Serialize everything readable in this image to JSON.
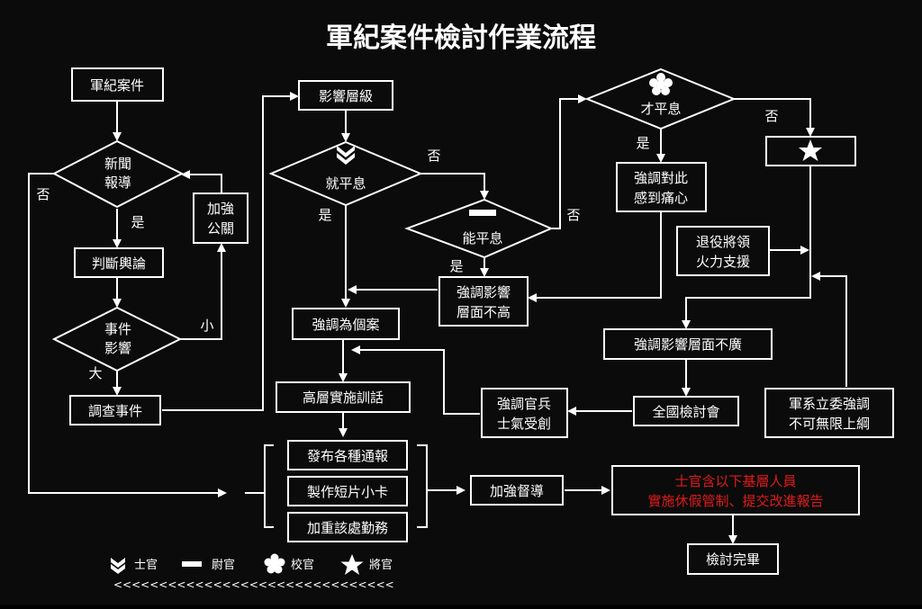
{
  "title": "軍紀案件檢討作業流程",
  "nodes": {
    "case": "軍紀案件",
    "news_line1": "新聞",
    "news_line2": "報導",
    "judge": "判斷輿論",
    "impact_line1": "事件",
    "impact_line2": "影響",
    "investigate": "調查事件",
    "pr_line1": "加強",
    "pr_line2": "公關",
    "level": "影響層級",
    "nco_calm": "就平息",
    "officer_calm": "能平息",
    "emph_low_line1": "強調影響",
    "emph_low_line2": "層面不高",
    "individual": "強調為個案",
    "senior_training": "高層實施訓話",
    "field_calm": "才平息",
    "sorry_line1": "強調對此",
    "sorry_line2": "感到痛心",
    "general_box": "★",
    "veteran_line1": "退役將領",
    "veteran_line2": "火力支援",
    "not_wide": "強調影響層面不廣",
    "national_review": "全國檢討會",
    "morale_line1": "強調官兵",
    "morale_line2": "士氣受創",
    "legislators_line1": "軍系立委強調",
    "legislators_line2": "不可無限上綱",
    "notice": "發布各種通報",
    "video": "製作短片小卡",
    "duty": "加重該處勤務",
    "supervise": "加強督導",
    "leave_line1": "士官含以下基層人員",
    "leave_line2": "實施休假管制、提交改進報告",
    "done": "檢討完畢"
  },
  "edge_labels": {
    "news_no": "否",
    "news_yes": "是",
    "impact_small": "小",
    "impact_big": "大",
    "nco_no": "否",
    "nco_yes": "是",
    "officer_no": "否",
    "officer_yes": "是",
    "field_no": "否",
    "field_yes": "是"
  },
  "legend": [
    {
      "icon": "nco-chevron-icon",
      "label": "士官"
    },
    {
      "icon": "officer-bar-icon",
      "label": "尉官"
    },
    {
      "icon": "field-flower-icon",
      "label": "校官"
    },
    {
      "icon": "general-star-icon",
      "label": "將官"
    }
  ],
  "legend_arrow_text": "<<<<<<<<<<<<<<<<<<<<<<<<<<<<<<<",
  "colors": {
    "background": "#0b0b0b",
    "line": "#ffffff",
    "highlight": "#e01b1b"
  }
}
